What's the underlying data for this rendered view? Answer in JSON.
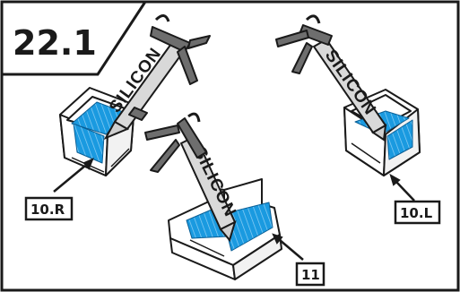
{
  "step": {
    "number": "22.1"
  },
  "tube_label": "SILICON",
  "parts": [
    {
      "id": "right-corner",
      "label": "10.R"
    },
    {
      "id": "external-corner",
      "label": "11"
    },
    {
      "id": "left-corner",
      "label": "10.L"
    }
  ],
  "colors": {
    "frame": "#1a1a1a",
    "gun_body": "#6e6e6e",
    "tube_fill": "#d9d9d9",
    "sealant": "#1a9ae0",
    "paper": "#ffffff"
  },
  "icons": [
    "caulk-gun-icon",
    "silicone-tube-icon",
    "corner-piece-icon",
    "arrow-icon"
  ]
}
